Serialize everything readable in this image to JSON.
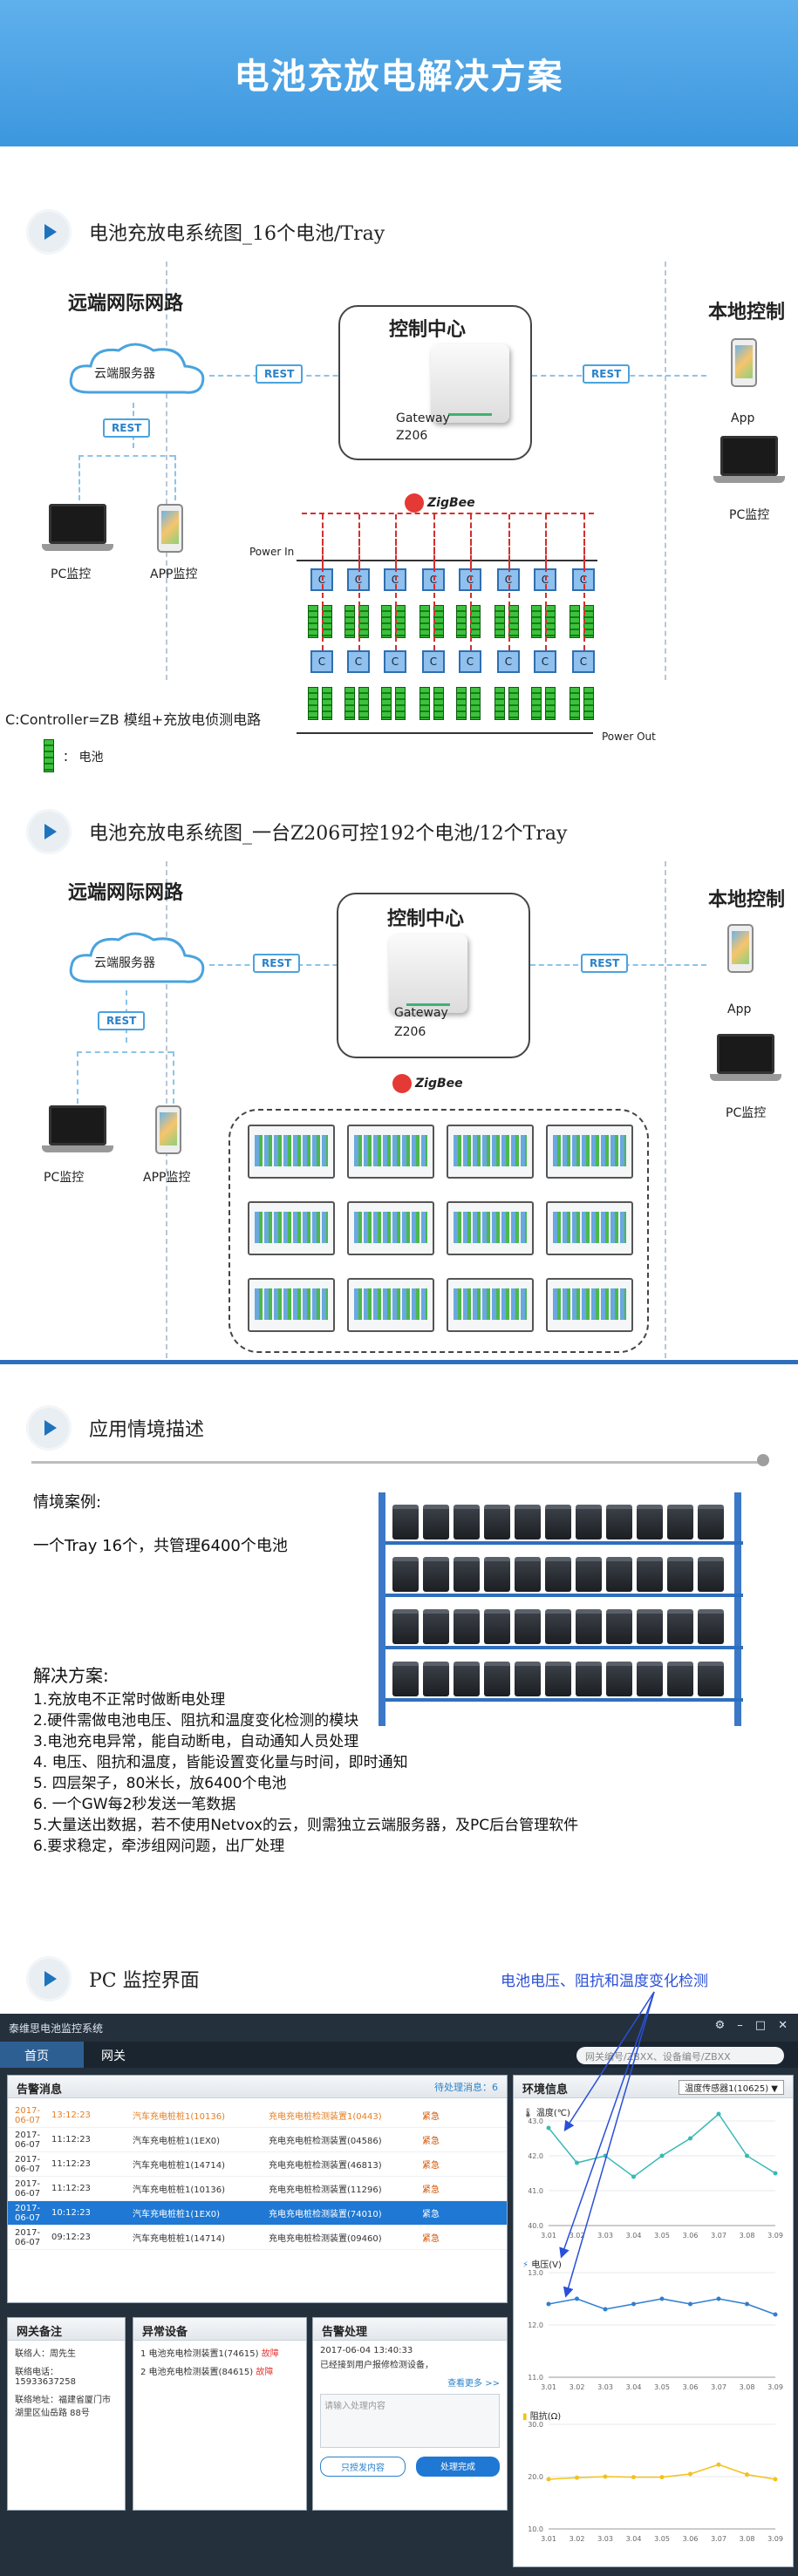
{
  "banner": {
    "title": "电池充放电解决方案"
  },
  "section1": {
    "title": "电池充放电系统图_16个电池/Tray",
    "remote": "远端网际网路",
    "cloud": "云端服务器",
    "rest": "REST",
    "pc": "PC监控",
    "app": "APP监控",
    "center": "控制中心",
    "gateway": "Gateway",
    "model": "Z206",
    "zigbee": "ZigBee",
    "local": "本地控制",
    "local_app": "App",
    "local_pc": "PC监控",
    "power_in": "Power In",
    "power_out": "Power Out",
    "c": "C",
    "legend1": "C:Controller=ZB 模组+充放电侦测电路",
    "legend2": "：  电池"
  },
  "section2": {
    "title": "电池充放电系统图_一台Z206可控192个电池/12个Tray",
    "remote": "远端网际网路",
    "cloud": "云端服务器",
    "rest": "REST",
    "pc": "PC监控",
    "app": "APP监控",
    "center": "控制中心",
    "gateway": "Gateway",
    "model": "Z206",
    "zigbee": "ZigBee",
    "local": "本地控制",
    "local_app": "App",
    "local_pc": "PC监控"
  },
  "section3": {
    "title": "应用情境描述",
    "case_label": "情境案例:",
    "case_text": "一个Tray 16个，共管理6400个电池",
    "solution_label": "解决方案:",
    "solutions": [
      "1.充放电不正常时做断电处理",
      "2.硬件需做电池电压、阻抗和温度变化检测的模块",
      "3.电池充电异常，能自动断电，自动通知人员处理",
      "4. 电压、阻抗和温度，皆能设置变化量与时间，即时通知",
      "5. 四层架子，80米长，放6400个电池",
      "6. 一个GW每2秒发送一笔数据",
      "5.大量送出数据，若不使用Netvox的云，则需独立云端服务器，及PC后台管理软件",
      "6.要求稳定，牵涉组网问题，出厂处理"
    ]
  },
  "section4": {
    "title": "PC 监控界面",
    "callout": "电池电压、阻抗和温度变化检测"
  },
  "pc": {
    "app_title": "泰维思电池监控系统",
    "nav_home": "首页",
    "nav_gateway": "网关",
    "search_placeholder": "网关编号/ZBXX、设备编号/ZBXX",
    "alarm_title": "告警消息",
    "alarm_pending": "待处理消息：6",
    "alarms": [
      {
        "date": "2017-06-07",
        "time": "13:12:23",
        "src": "汽车充电桩桩1(10136)",
        "dev": "充电充电桩检测装置1(0443)",
        "lvl": "紧急"
      },
      {
        "date": "2017-06-07",
        "time": "11:12:23",
        "src": "汽车充电桩桩1(1EX0)",
        "dev": "充电充电桩检测装置(04586)",
        "lvl": "紧急"
      },
      {
        "date": "2017-06-07",
        "time": "11:12:23",
        "src": "汽车充电桩桩1(14714)",
        "dev": "充电充电桩检测装置(46813)",
        "lvl": "紧急"
      },
      {
        "date": "2017-06-07",
        "time": "11:12:23",
        "src": "汽车充电桩桩1(10136)",
        "dev": "充电充电桩检测装置(11296)",
        "lvl": "紧急"
      },
      {
        "date": "2017-06-07",
        "time": "10:12:23",
        "src": "汽车充电桩桩1(1EX0)",
        "dev": "充电充电桩检测装置(74010)",
        "lvl": "紧急"
      },
      {
        "date": "2017-06-07",
        "time": "09:12:23",
        "src": "汽车充电桩桩1(14714)",
        "dev": "充电充电桩检测装置(09460)",
        "lvl": "紧急"
      }
    ],
    "contact_title": "网关备注",
    "contact_person": "联络人：周先生",
    "contact_phone": "联络电话：15933637258",
    "contact_addr": "联络地址：福建省厦门市 湖里区仙岳路 88号",
    "abnormal_title": "异常设备",
    "abnormal": [
      {
        "no": "1",
        "name": "电池充电检测装置1(74615)",
        "state": "故障"
      },
      {
        "no": "2",
        "name": "电池充电检测装置(84615)",
        "state": "故障"
      }
    ],
    "handle_title": "告警处理",
    "handle_time": "2017-06-04  13:40:33",
    "handle_text": "已经接到用户报修检测设备，",
    "handle_more": "查看更多 >>",
    "handle_placeholder": "请输入处理内容",
    "btn_save": "只授发内容",
    "btn_done": "处理完成",
    "env_title": "环境信息",
    "env_select": "温度传感器1(10625)",
    "temp_label": "温度(℃)",
    "volt_label": "电压(V)",
    "res_label": "阻抗(Ω)"
  },
  "chart_data": [
    {
      "type": "line",
      "title": "",
      "ylabel": "温度(℃)",
      "x": [
        "3.01",
        "3.02",
        "3.03",
        "3.04",
        "3.05",
        "3.06",
        "3.07",
        "3.08",
        "3.09"
      ],
      "values": [
        42.8,
        41.8,
        42.0,
        41.4,
        42.0,
        42.5,
        43.2,
        42.0,
        41.5
      ],
      "ylim": [
        40.0,
        43.0
      ],
      "yticks": [
        "43.0",
        "42.0",
        "41.0",
        "40.0"
      ],
      "color": "#39b9b3"
    },
    {
      "type": "line",
      "title": "",
      "ylabel": "电压(V)",
      "x": [
        "3.01",
        "3.02",
        "3.03",
        "3.04",
        "3.05",
        "3.06",
        "3.07",
        "3.08",
        "3.09"
      ],
      "values": [
        12.4,
        12.5,
        12.3,
        12.4,
        12.5,
        12.4,
        12.5,
        12.4,
        12.2
      ],
      "ylim": [
        11.0,
        13.0
      ],
      "yticks": [
        "13.0",
        "12.0",
        "11.0"
      ],
      "color": "#2f7fd1"
    },
    {
      "type": "line",
      "title": "",
      "ylabel": "阻抗(Ω)",
      "x": [
        "3.01",
        "3.02",
        "3.03",
        "3.04",
        "3.05",
        "3.06",
        "3.07",
        "3.08",
        "3.09"
      ],
      "values": [
        19.5,
        19.8,
        20.0,
        19.9,
        19.9,
        20.5,
        22.3,
        20.4,
        19.5
      ],
      "ylim": [
        10.0,
        30.0
      ],
      "yticks": [
        "30.0",
        "20.0",
        "10.0"
      ],
      "color": "#f1c21b"
    }
  ]
}
